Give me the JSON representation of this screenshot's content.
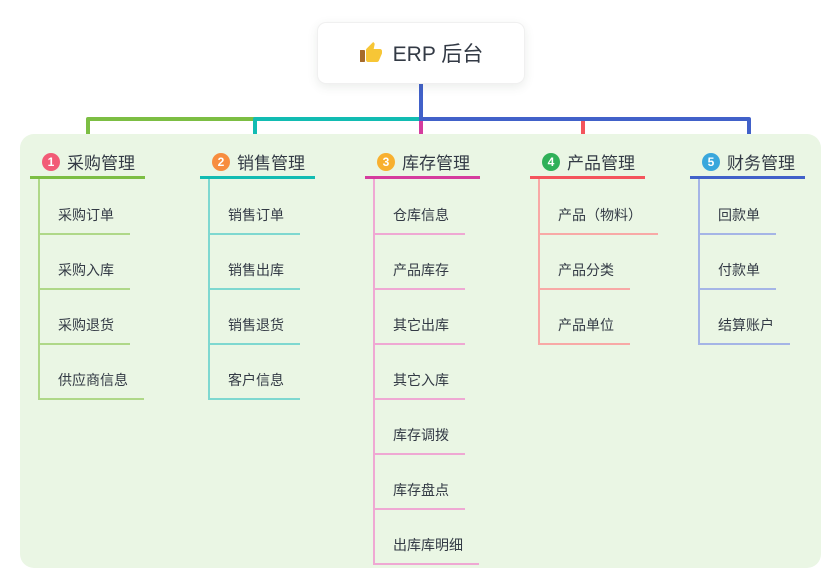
{
  "root": {
    "label": "ERP 后台",
    "icon": "thumbs-up",
    "stem_color": "#4161C9"
  },
  "colors": {
    "panel_background": "#EAF6E4",
    "text": "#333A45"
  },
  "branches": [
    {
      "index": "1",
      "label": "采购管理",
      "badge_color": "#F25B76",
      "line_color": "#7CBE43",
      "child_line_color": "#AFD888",
      "children": [
        "采购订单",
        "采购入库",
        "采购退货",
        "供应商信息"
      ]
    },
    {
      "index": "2",
      "label": "销售管理",
      "badge_color": "#F78D3F",
      "line_color": "#12BCB2",
      "child_line_color": "#7ED8D0",
      "children": [
        "销售订单",
        "销售出库",
        "销售退货",
        "客户信息"
      ]
    },
    {
      "index": "3",
      "label": "库存管理",
      "badge_color": "#F8B02F",
      "line_color": "#D53C9E",
      "child_line_color": "#EFA8D3",
      "children": [
        "仓库信息",
        "产品库存",
        "其它出库",
        "其它入库",
        "库存调拨",
        "库存盘点",
        "出库库明细"
      ]
    },
    {
      "index": "4",
      "label": "产品管理",
      "badge_color": "#2FB058",
      "line_color": "#F4545C",
      "child_line_color": "#F8A9A6",
      "children": [
        "产品（物料）",
        "产品分类",
        "产品单位"
      ]
    },
    {
      "index": "5",
      "label": "财务管理",
      "badge_color": "#39A7DC",
      "line_color": "#4161C9",
      "child_line_color": "#A5B5E6",
      "children": [
        "回款单",
        "付款单",
        "结算账户"
      ]
    }
  ]
}
